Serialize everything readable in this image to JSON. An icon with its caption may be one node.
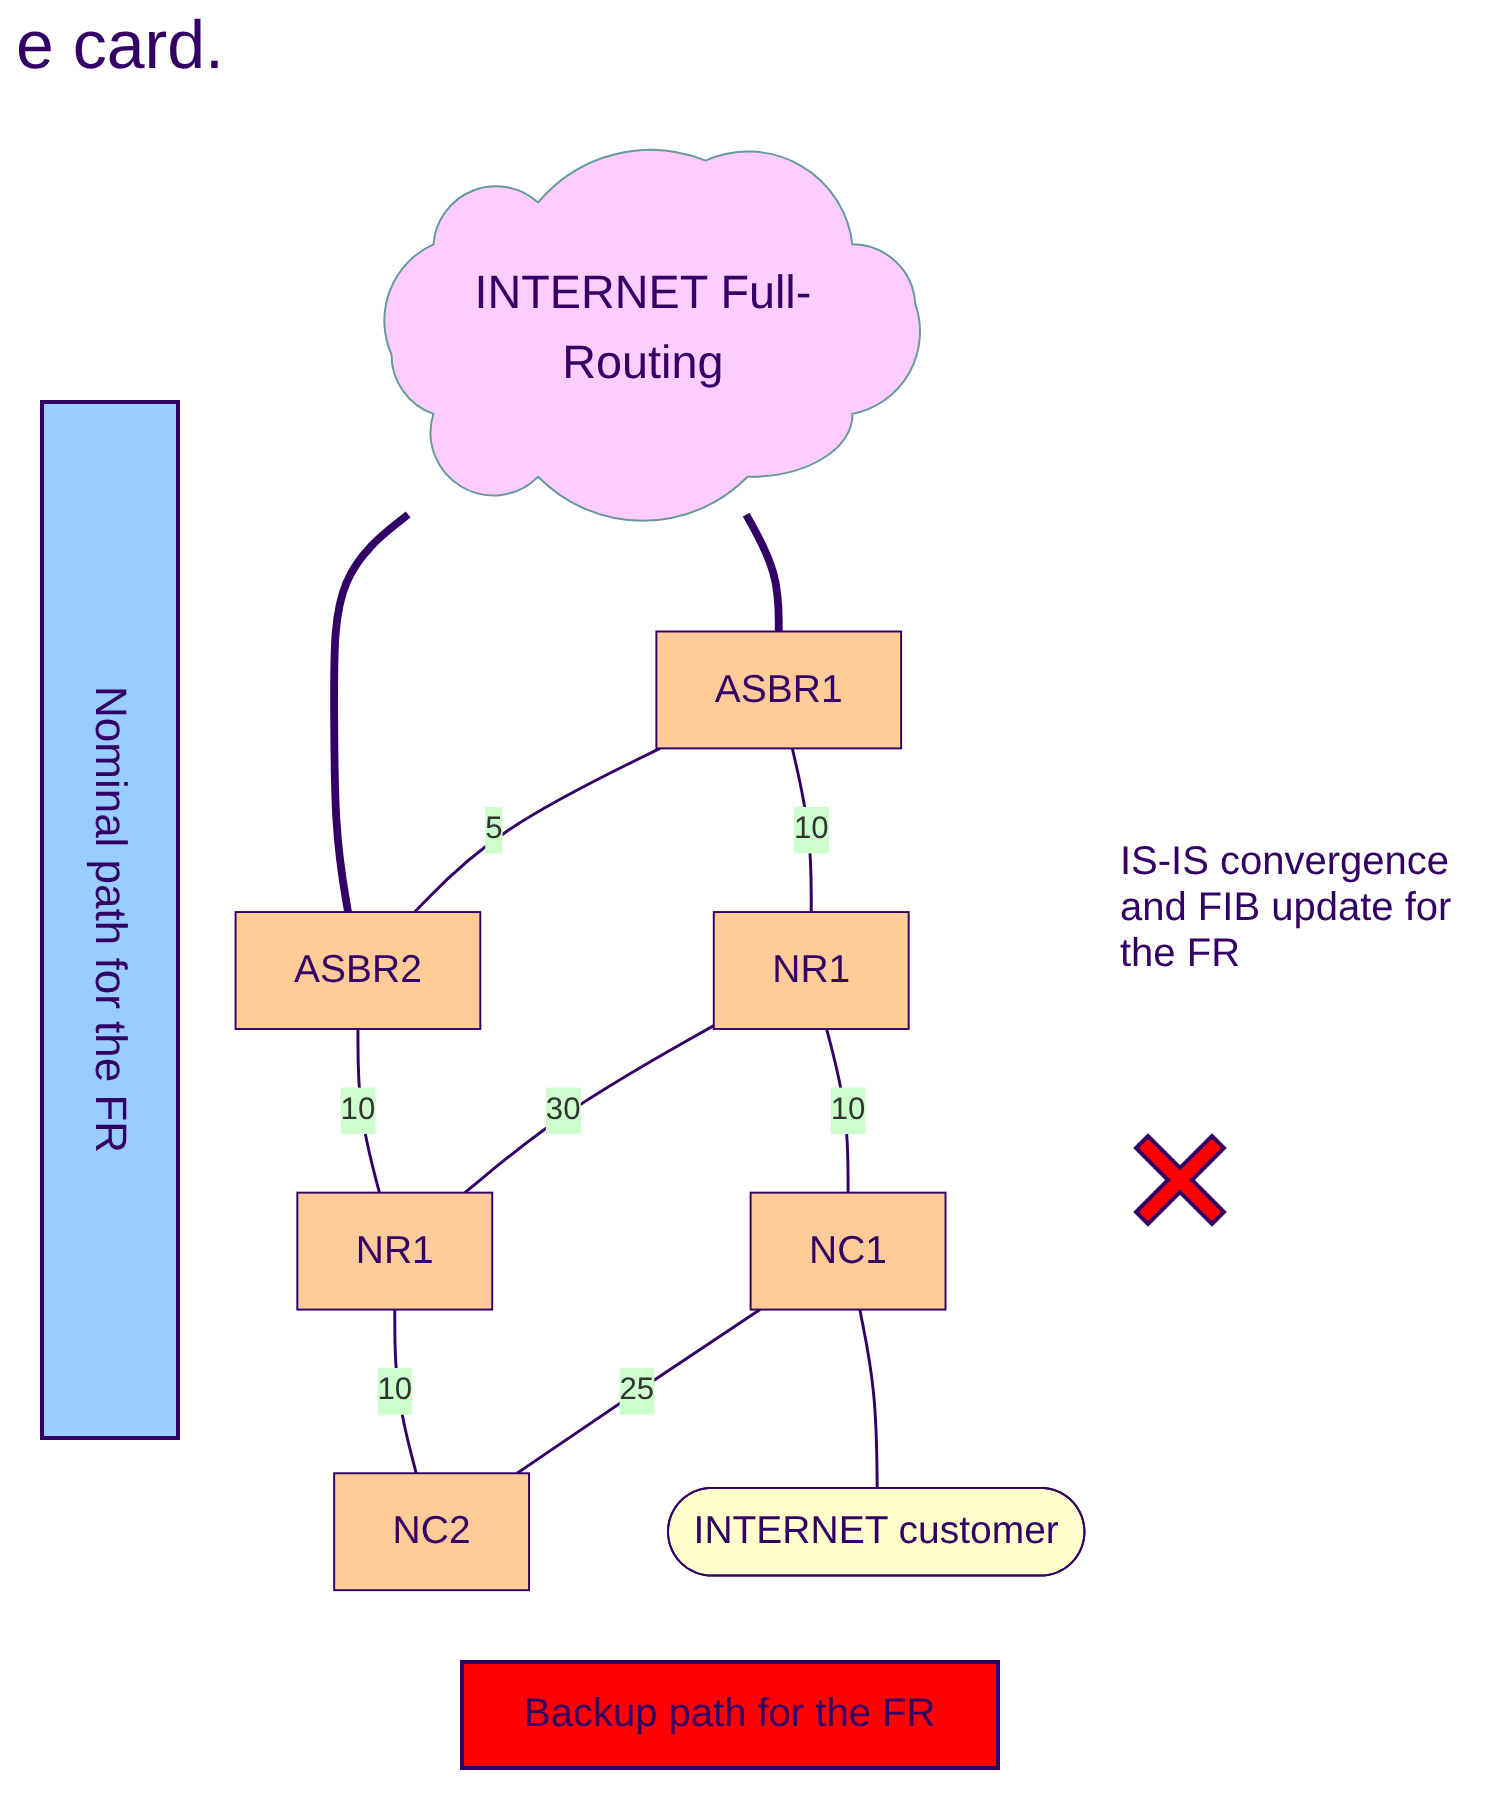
{
  "diagram": {
    "nodes": [
      {
        "text": [
          "INTERNET Full-Routing"
        ]
      },
      {
        "text": [
          "ASBR1"
        ]
      },
      {
        "text": [
          "ASBR2"
        ]
      },
      {
        "text": [
          "NR1"
        ]
      },
      {
        "text": [
          "NR1"
        ]
      },
      {
        "text": [
          "NC1"
        ]
      },
      {
        "text": [
          "NC2"
        ]
      },
      {
        "text": [
          "INTERNET customer"
        ]
      }
    ],
    "edges": [
      {
        "from": 0,
        "to": 1,
        "arrow": "none",
        "style": "thick"
      },
      {
        "from": 0,
        "to": 2,
        "arrow": "none",
        "style": "thick"
      },
      {
        "from": 1,
        "to": 2,
        "arrow": "none",
        "label": "5"
      },
      {
        "from": 1,
        "to": 3,
        "arrow": "none",
        "label": "10"
      },
      {
        "from": 2,
        "to": 4,
        "arrow": "none",
        "label": "10"
      },
      {
        "from": 3,
        "to": 4,
        "arrow": "none",
        "label": "30"
      },
      {
        "from": 3,
        "to": 5,
        "arrow": "none",
        "label": "10"
      },
      {
        "from": 4,
        "to": 6,
        "arrow": "none",
        "label": "10"
      },
      {
        "from": 5,
        "to": 6,
        "arrow": "none",
        "label": "25"
      },
      {
        "from": 5,
        "to": 7,
        "arrow": "none"
      }
    ],
    "labels": [
      "e card.",
      "Nominal path for the FR",
      "IS-IS convergence and FIB update for the FR",
      "Backup path for the FR"
    ]
  }
}
